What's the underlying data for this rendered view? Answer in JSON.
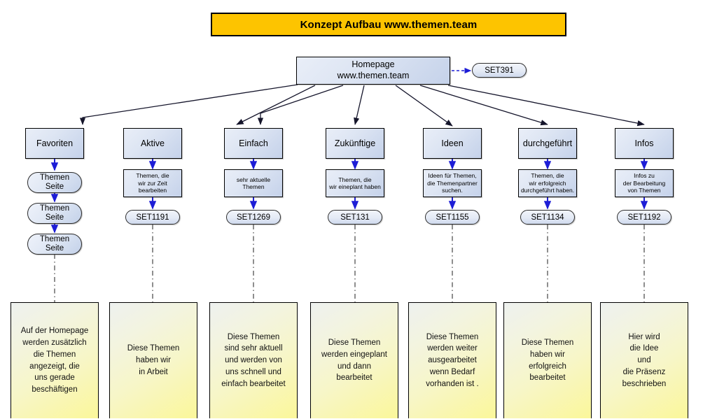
{
  "diagram": {
    "title": "Konzept Aufbau www.themen.team",
    "root": {
      "label_line1": "Homepage",
      "label_line2": "www.themen.team",
      "set_tag": "SET391"
    },
    "favorites_chain": [
      {
        "line1": "Themen",
        "line2": "Seite"
      },
      {
        "line1": "Themen",
        "line2": "Seite"
      },
      {
        "line1": "Themen",
        "line2": "Seite"
      }
    ],
    "columns": [
      {
        "category": "Favoriten",
        "description": null,
        "set_tag": null,
        "note": "Auf der Homepage\nwerden zusätzlich\ndie Themen\nangezeigt, die\nuns gerade\nbeschäftigen"
      },
      {
        "category": "Aktive",
        "description": "Themen, die\nwir zur Zeit\nbearbeiten",
        "set_tag": "SET1191",
        "note": "Diese Themen\nhaben wir\nin Arbeit"
      },
      {
        "category": "Einfach",
        "description": "sehr aktuelle\nThemen",
        "set_tag": "SET1269",
        "note": "Diese Themen\nsind sehr aktuell\nund werden von\nuns schnell und\neinfach  bearbeitet"
      },
      {
        "category": "Zukünftige",
        "description": "Themen, die\nwir eineplant haben",
        "set_tag": "SET131",
        "note": "Diese Themen\nwerden eingeplant\nund dann\nbearbeitet"
      },
      {
        "category": "Ideen",
        "description": "Ideen für Themen,\ndie Themenpartner\nsuchen.",
        "set_tag": "SET1155",
        "note": "Diese Themen\nwerden weiter\nausgearbeitet\nwenn Bedarf\nvorhanden ist ."
      },
      {
        "category": "durchgeführt",
        "description": "Themen, die\nwir erfolgreich\ndurchgeführt haben.",
        "set_tag": "SET1134",
        "note": "Diese Themen\nhaben wir\nerfolgreich\nbearbeitet"
      },
      {
        "category": "Infos",
        "description": "Infos zu\nder Bearbeitung\nvon Themen",
        "set_tag": "SET1192",
        "note": "Hier wird\ndie Idee\nund\ndie Präsenz\nbeschrieben"
      }
    ],
    "colors": {
      "banner_fill": "#fdc400",
      "banner_border": "#000000",
      "node_fill_light": "#e9eef8",
      "node_fill_dark": "#c5d2ea",
      "node_border": "#000000",
      "tree_edge": "#1a1a2e",
      "flow_arrow": "#1d1dd6",
      "note_fill_top": "#eef1ef",
      "note_fill_bottom": "#fbf79a"
    }
  }
}
